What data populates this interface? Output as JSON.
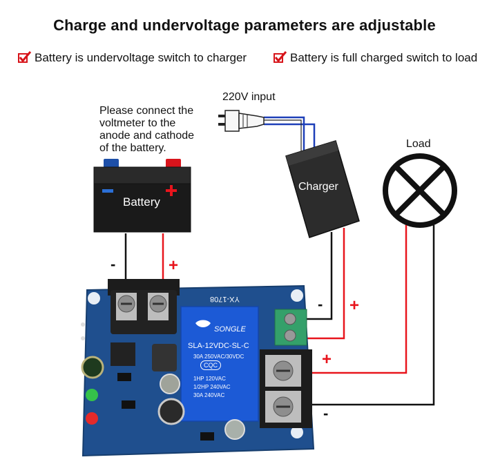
{
  "title": "Charge and undervoltage parameters are adjustable",
  "features": [
    {
      "label": "Battery is undervoltage switch to charger",
      "icon": "checkbox-check-icon"
    },
    {
      "label": "Battery is full charged switch to load",
      "icon": "checkbox-check-icon"
    }
  ],
  "input_label": "220V input",
  "note_lines": [
    "Please connect the",
    "voltmeter to the",
    "anode and cathode",
    "of  the battery."
  ],
  "battery_label": "Battery",
  "charger_label": "Charger",
  "load_label": "Load",
  "polarity": {
    "minus": "-",
    "plus": "+"
  },
  "board": {
    "model": "YX-1708",
    "relay_brand": "SONGLE",
    "relay_model": "SLA-12VDC-SL-C",
    "relay_specs": [
      "30A  250VAC/30VDC",
      "1HP 120VAC",
      "1/2HP 240VAC",
      "30A 240VAC"
    ],
    "relay_cert": "CQC"
  },
  "colors": {
    "positive": "#e8141c",
    "negative": "#111111",
    "ac": "#1d3fb8",
    "board": "#1f4f8e",
    "check": "#d7141a"
  }
}
